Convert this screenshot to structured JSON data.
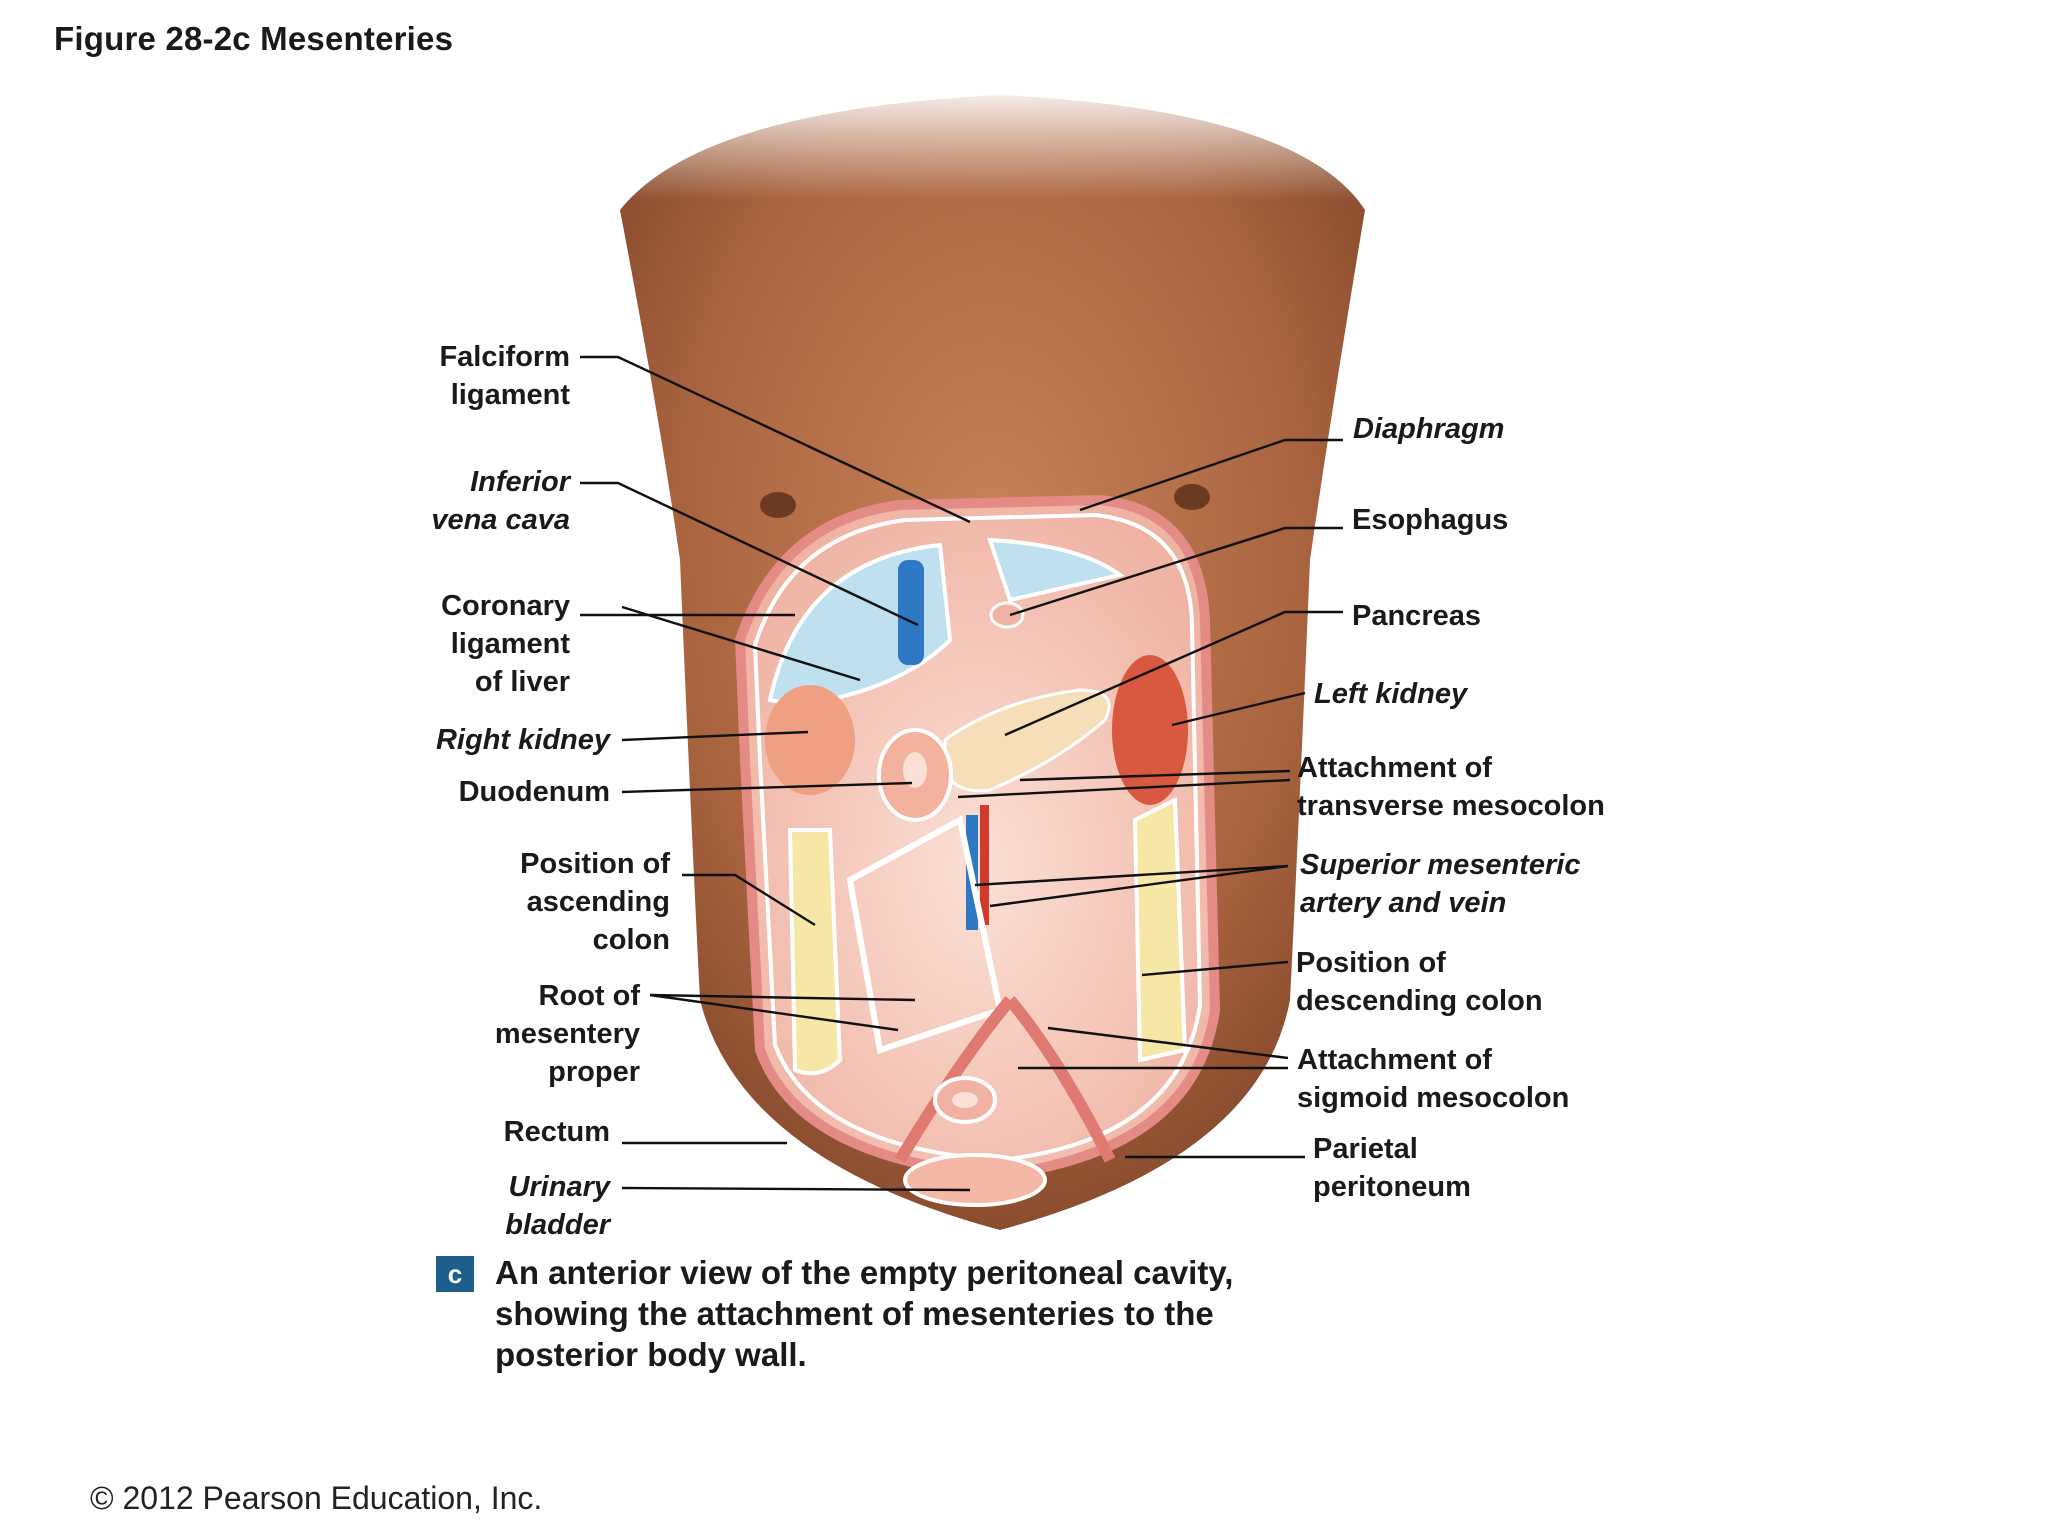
{
  "figure_title": "Figure 28-2c  Mesenteries",
  "labels": {
    "falciform": "Falciform\nligament",
    "ivc": "Inferior\nvena cava",
    "coronary": "Coronary\nligament\nof liver",
    "right_kidney": "Right kidney",
    "duodenum": "Duodenum",
    "ascending": "Position of\nascending\ncolon",
    "root_mesentery": "Root of\nmesentery\nproper",
    "rectum": "Rectum",
    "bladder": "Urinary\nbladder",
    "diaphragm": "Diaphragm",
    "esophagus": "Esophagus",
    "pancreas": "Pancreas",
    "left_kidney": "Left kidney",
    "transverse_mesocolon": "Attachment of\ntransverse mesocolon",
    "sma_smv": "Superior mesenteric\nartery and vein",
    "descending": "Position of\ndescending colon",
    "sigmoid_mesocolon": "Attachment of\nsigmoid mesocolon",
    "parietal_peritoneum": "Parietal\nperitoneum"
  },
  "caption": {
    "badge": "c",
    "text": "An anterior view of the empty peritoneal cavity, showing the attachment of mesenteries to the posterior body wall."
  },
  "copyright": "© 2012 Pearson Education, Inc.",
  "colors": {
    "skin": "#b06a45",
    "peritoneum": "#f6cbbf",
    "liver_area": "#bfe0ee",
    "vein": "#2f79c4",
    "artery": "#d23b2b",
    "fat": "#f6e7a6"
  }
}
